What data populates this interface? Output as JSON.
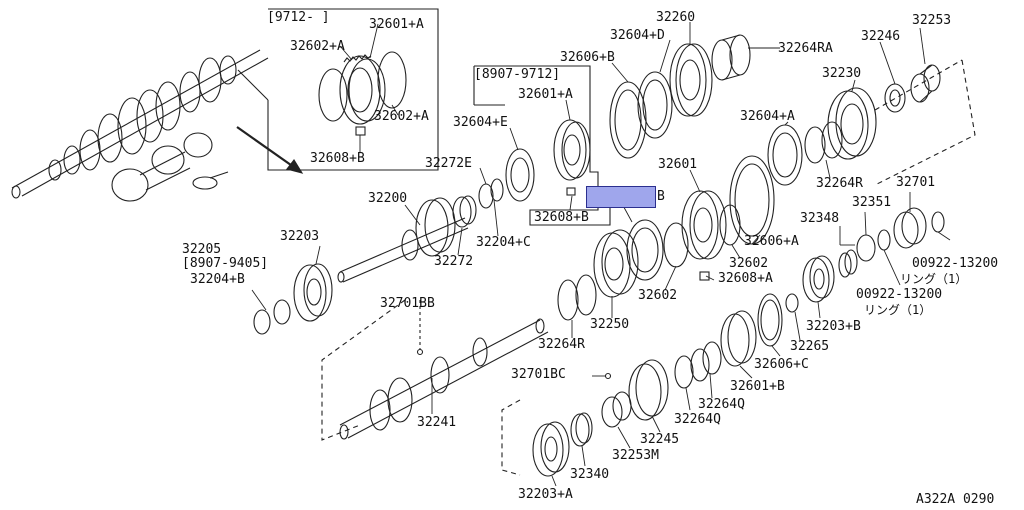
{
  "labels": {
    "l_9712": "[9712-   ]",
    "l_32601A_top": "32601+A",
    "l_32602A_top": "32602+A",
    "l_32602A_r": "32602+A",
    "l_32608B_top": "32608+B",
    "l_8907_9712": "[8907-9712]",
    "l_32601A_mid": "32601+A",
    "l_32606B": "32606+B",
    "l_32604D": "32604+D",
    "l_32260": "32260",
    "l_32264RA": "32264RA",
    "l_32246": "32246",
    "l_32253": "32253",
    "l_32230": "32230",
    "l_32604E": "32604+E",
    "l_32272E": "32272E",
    "l_32608B_mid": "32608+B",
    "l_B": "B",
    "l_32601": "32601",
    "l_32604A": "32604+A",
    "l_32264R_top": "32264R",
    "l_32701": "32701",
    "l_32200": "32200",
    "l_32204C": "32204+C",
    "l_32272": "32272",
    "l_32602_r": "32602",
    "l_32606A": "32606+A",
    "l_32348": "32348",
    "l_32351": "32351",
    "l_00922_a": "00922-13200",
    "l_ring_a": "リング（1）",
    "l_00922_b": "00922-13200",
    "l_ring_b": "リング（1）",
    "l_32608A": "32608+A",
    "l_32602_low": "32602",
    "l_32205": "32205",
    "l_8907_9405": "[8907-9405]",
    "l_32203": "32203",
    "l_32204B": "32204+B",
    "l_32701BB": "32701BB",
    "l_32250": "32250",
    "l_32264R_low": "32264R",
    "l_32203B": "32203+B",
    "l_32265": "32265",
    "l_32606C": "32606+C",
    "l_32601B": "32601+B",
    "l_32701BC": "32701BC",
    "l_32264Q_a": "32264Q",
    "l_32264Q_b": "32264Q",
    "l_32241": "32241",
    "l_32245": "32245",
    "l_32253M": "32253M",
    "l_32340": "32340",
    "l_32203A": "32203+A",
    "l_ref": "A322A 0290"
  },
  "colors": {
    "line": "#222222",
    "highlight_fill": "#9fa6ec",
    "highlight_border": "#2b2f8f"
  }
}
